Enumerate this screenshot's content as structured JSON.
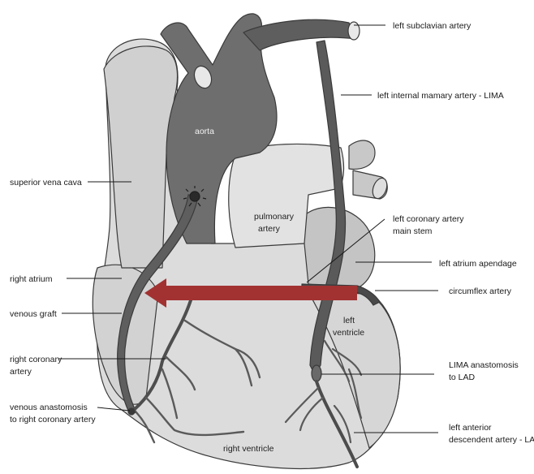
{
  "diagram": {
    "labels": {
      "left_subclavian": "left subclavian artery",
      "lima": "left internal mamary artery - LIMA",
      "superior_vena_cava": "superior vena cava",
      "left_coronary_main_line1": "left coronary artery",
      "left_coronary_main_line2": "main stem",
      "left_atrium_apendage": "left atrium apendage",
      "right_atrium": "right atrium",
      "circumflex": "circumflex artery",
      "venous_graft": "venous graft",
      "right_coronary_line1": "right coronary",
      "right_coronary_line2": "artery",
      "lima_anastomosis_line1": "LIMA anastomosis",
      "lima_anastomosis_line2": "to LAD",
      "venous_anastomosis_line1": "venous anastomosis",
      "venous_anastomosis_line2": "to right coronary artery",
      "lad_line1": "left anterior",
      "lad_line2": "descendent artery - LAD"
    },
    "inner_labels": {
      "aorta": "aorta",
      "pulmonary_line1": "pulmonary",
      "pulmonary_line2": "artery",
      "left_ventricle_line1": "left",
      "left_ventricle_line2": "ventricle",
      "right_ventricle": "right ventricle"
    },
    "colors": {
      "heart_light": "#dcdcdc",
      "heart_mid": "#c8c8c8",
      "aorta_dark": "#6e6e6e",
      "vessel_dark": "#5a5a5a",
      "arrow_red": "#a23232",
      "outline": "#3a3a3a"
    }
  }
}
